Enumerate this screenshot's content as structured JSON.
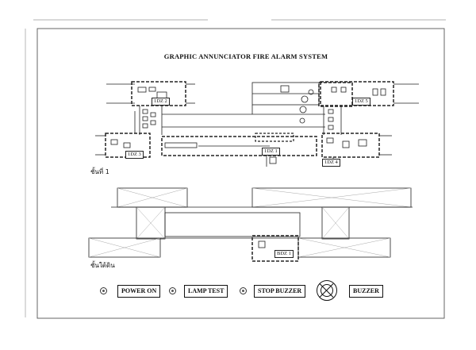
{
  "panel": {
    "title": "GRAPHIC ANNUNCIATOR  FIRE ALARM SYSTEM"
  },
  "floors": {
    "upper_label": "ชั้นที่ 1",
    "lower_label": "ชั้นใต้ดิน"
  },
  "zones": [
    "1DZ 2",
    "1DZ 3",
    "1DZ 1",
    "1DZ 4",
    "1DZ 5",
    "BDZ 1"
  ],
  "controls": {
    "power_on": "POWER ON",
    "lamp_test": "LAMP TEST",
    "stop_buzzer": "STOP BUZZER",
    "buzzer": "BUZZER"
  },
  "icons": {
    "indicator": "indicator-lamp-icon",
    "buzzer": "buzzer-icon"
  }
}
